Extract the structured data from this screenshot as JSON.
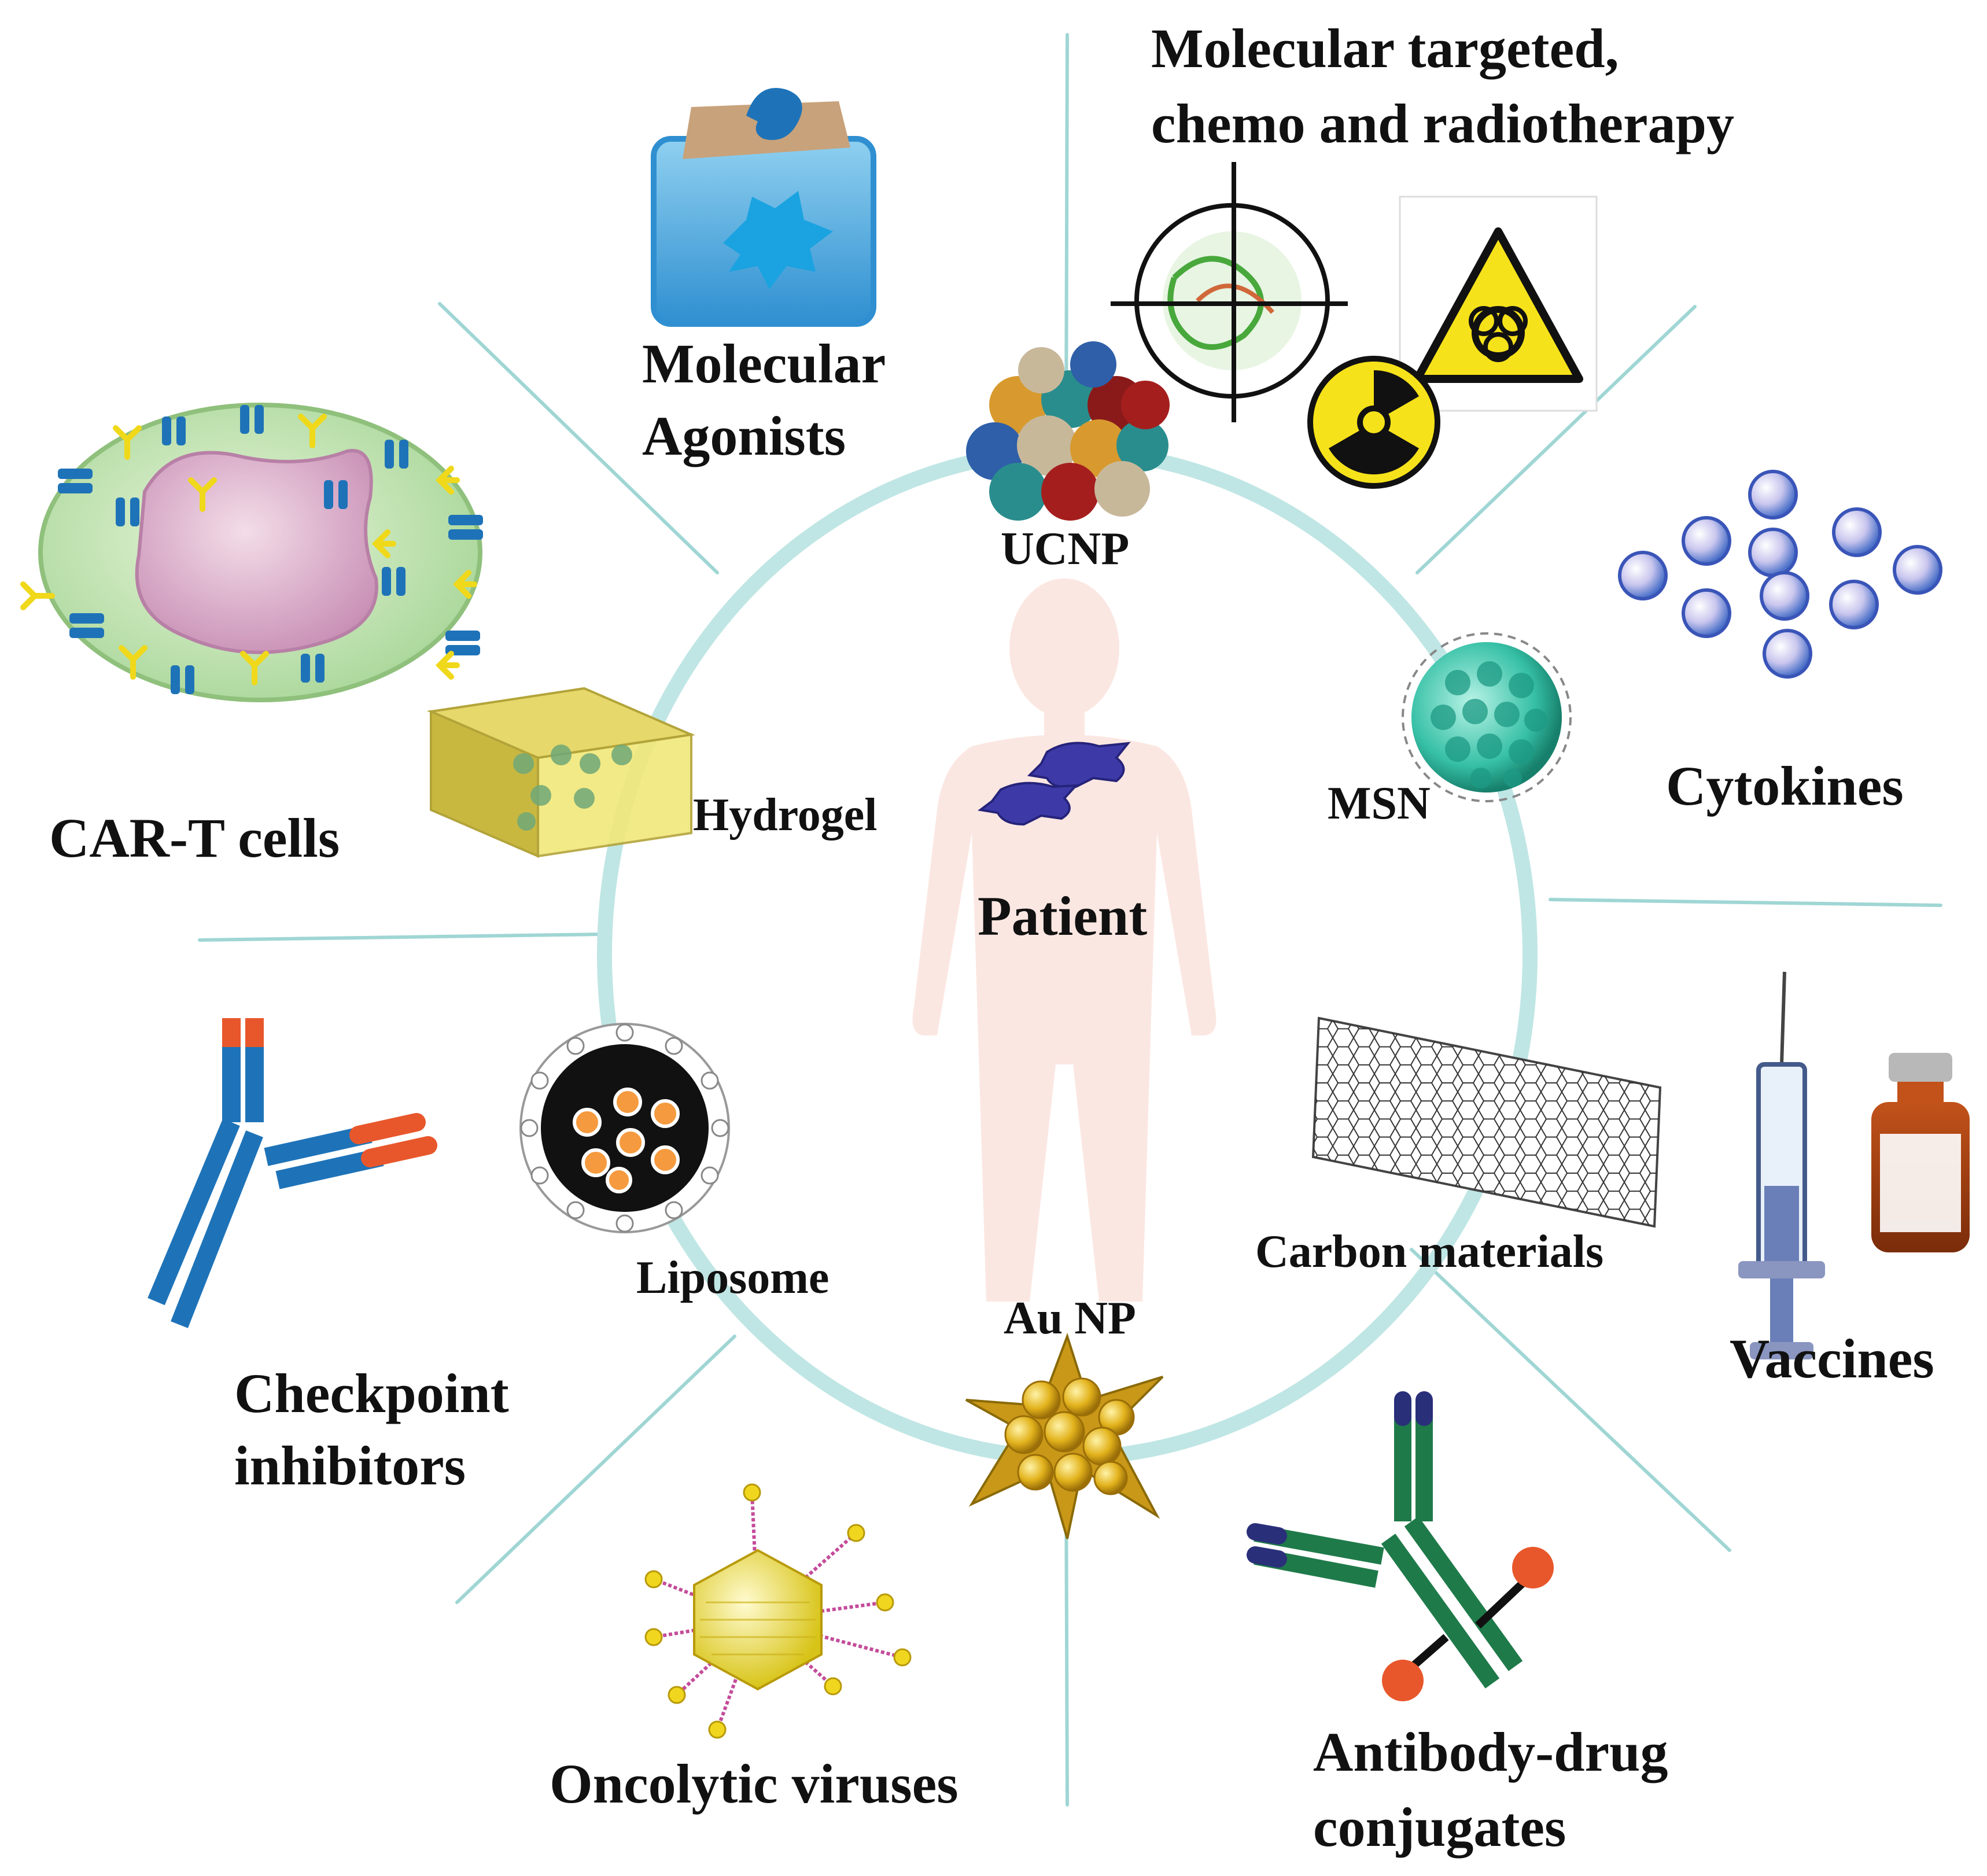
{
  "figure": {
    "center_label": "Patient",
    "nanocarriers": {
      "ucnp": "UCNP",
      "msn": "MSN",
      "hydrogel": "Hydrogel",
      "liposome": "Liposome",
      "au_np": "Au NP",
      "carbon": "Carbon materials"
    },
    "therapies": {
      "molecular_targeted_line1": "Molecular targeted,",
      "molecular_targeted_line2": "chemo and radiotherapy",
      "agonists_line1": "Molecular",
      "agonists_line2": "Agonists",
      "car_t": "CAR-T cells",
      "checkpoint_line1": "Checkpoint",
      "checkpoint_line2": "inhibitors",
      "oncolytic": "Oncolytic viruses",
      "adc_line1": "Antibody-drug",
      "adc_line2": "conjugates",
      "vaccines": "Vaccines",
      "cytokines": "Cytokines"
    }
  },
  "colors": {
    "ring": "#bfe6e4",
    "spoke": "#9fd6d4",
    "antibody_blue": "#1e73b8",
    "antibody_orange": "#e8572b",
    "adc_green": "#1f7a4a",
    "adc_navy": "#2a2f7a",
    "gold": "#e2b21c",
    "msn_teal": "#36c0a6",
    "hazard_yellow": "#f6e21a"
  }
}
